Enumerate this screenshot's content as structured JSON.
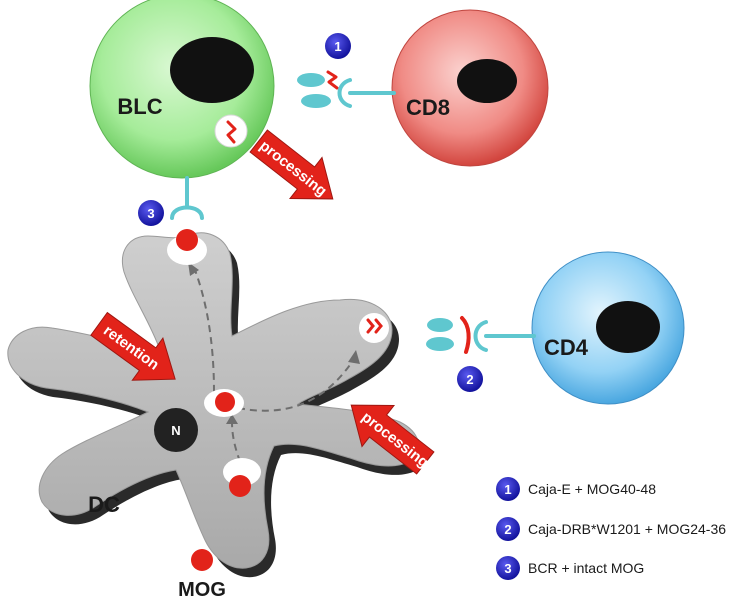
{
  "cells": {
    "blc": "BLC",
    "cd8": "CD8",
    "cd4": "CD4",
    "dc": "DC",
    "nucleus": "N"
  },
  "arrows": {
    "processing_top": "processing",
    "retention": "retention",
    "processing_bottom": "processing"
  },
  "badges": [
    "1",
    "2",
    "3"
  ],
  "mog_label": "MOG",
  "legend": [
    {
      "num": "1",
      "text": "Caja-E + MOG40-48"
    },
    {
      "num": "2",
      "text": "Caja-DRB*W1201 + MOG24-36"
    },
    {
      "num": "3",
      "text": "BCR + intact MOG"
    }
  ],
  "colors": {
    "blc_fill": "#9be88f",
    "cd8_fill": "#f07f7a",
    "cd4_fill": "#8ccdf3",
    "dc_fill": "#b9b9b9",
    "receptor": "#5fc7cf",
    "red": "#e2231a",
    "badge": "#1d1db5"
  }
}
